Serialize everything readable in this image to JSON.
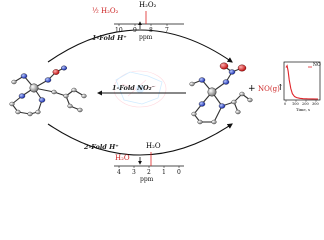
{
  "reactions": {
    "top": {
      "label": "1-Fold H⁺"
    },
    "middle": {
      "label": "1-Fold NO₂⁻"
    },
    "bottom": {
      "label": "2-Fold H⁺"
    }
  },
  "top_spectrum": {
    "peak_label": "H₂O₂",
    "side_label": "½ H₂O₂",
    "ticks": [
      "10",
      "9",
      "8",
      "7"
    ],
    "axis_label": "ppm"
  },
  "bottom_spectrum": {
    "peak_label": "H₂O",
    "side_label": "H₂O",
    "ticks": [
      "4",
      "3",
      "2",
      "1",
      "0"
    ],
    "axis_label": "ppm"
  },
  "product": {
    "plus": "+",
    "species": "NO(g)",
    "arrow": "↑"
  },
  "inset_chart": {
    "legend": "NO",
    "x_label": "Time, s",
    "x_ticks": [
      "0",
      "100",
      "200",
      "300"
    ],
    "line_color": "#e0252b",
    "chart_data": {
      "type": "line",
      "series": [
        {
          "name": "NO",
          "x": [
            0,
            10,
            20,
            30,
            45,
            60,
            80,
            100,
            130,
            160,
            200,
            250,
            300
          ],
          "y": [
            0.9,
            0.95,
            0.8,
            0.55,
            0.3,
            0.15,
            0.07,
            0.04,
            0.02,
            0.01,
            0.005,
            0.002,
            0.0
          ]
        }
      ],
      "xlim": [
        0,
        300
      ]
    }
  }
}
